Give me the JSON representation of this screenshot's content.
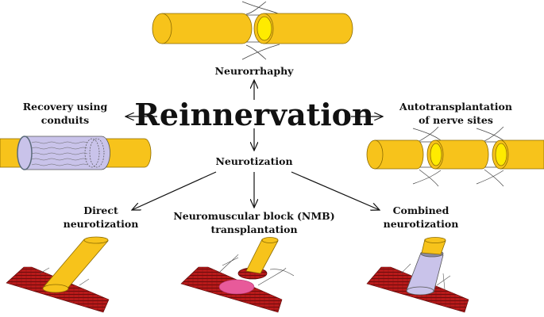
{
  "title": "Reinnervation",
  "branches": {
    "top": "Neurorrhaphy",
    "left": [
      "Recovery using",
      "conduits"
    ],
    "right": [
      "Autotransplantation",
      "of nerve sites"
    ],
    "bottom": "Neurotization"
  },
  "neurotization_types": {
    "direct": [
      "Direct",
      "neurotization"
    ],
    "nmb": [
      "Neuromuscular block (NMB)",
      "transplantation"
    ],
    "combined": [
      "Combined",
      "neurotization"
    ]
  },
  "colors": {
    "nerve": "#F7C31B",
    "nerve_end": "#FFEB00",
    "conduit": "#C9C3EA",
    "muscle": "#B81A1A",
    "nmb_graft": "#E85A9A"
  }
}
